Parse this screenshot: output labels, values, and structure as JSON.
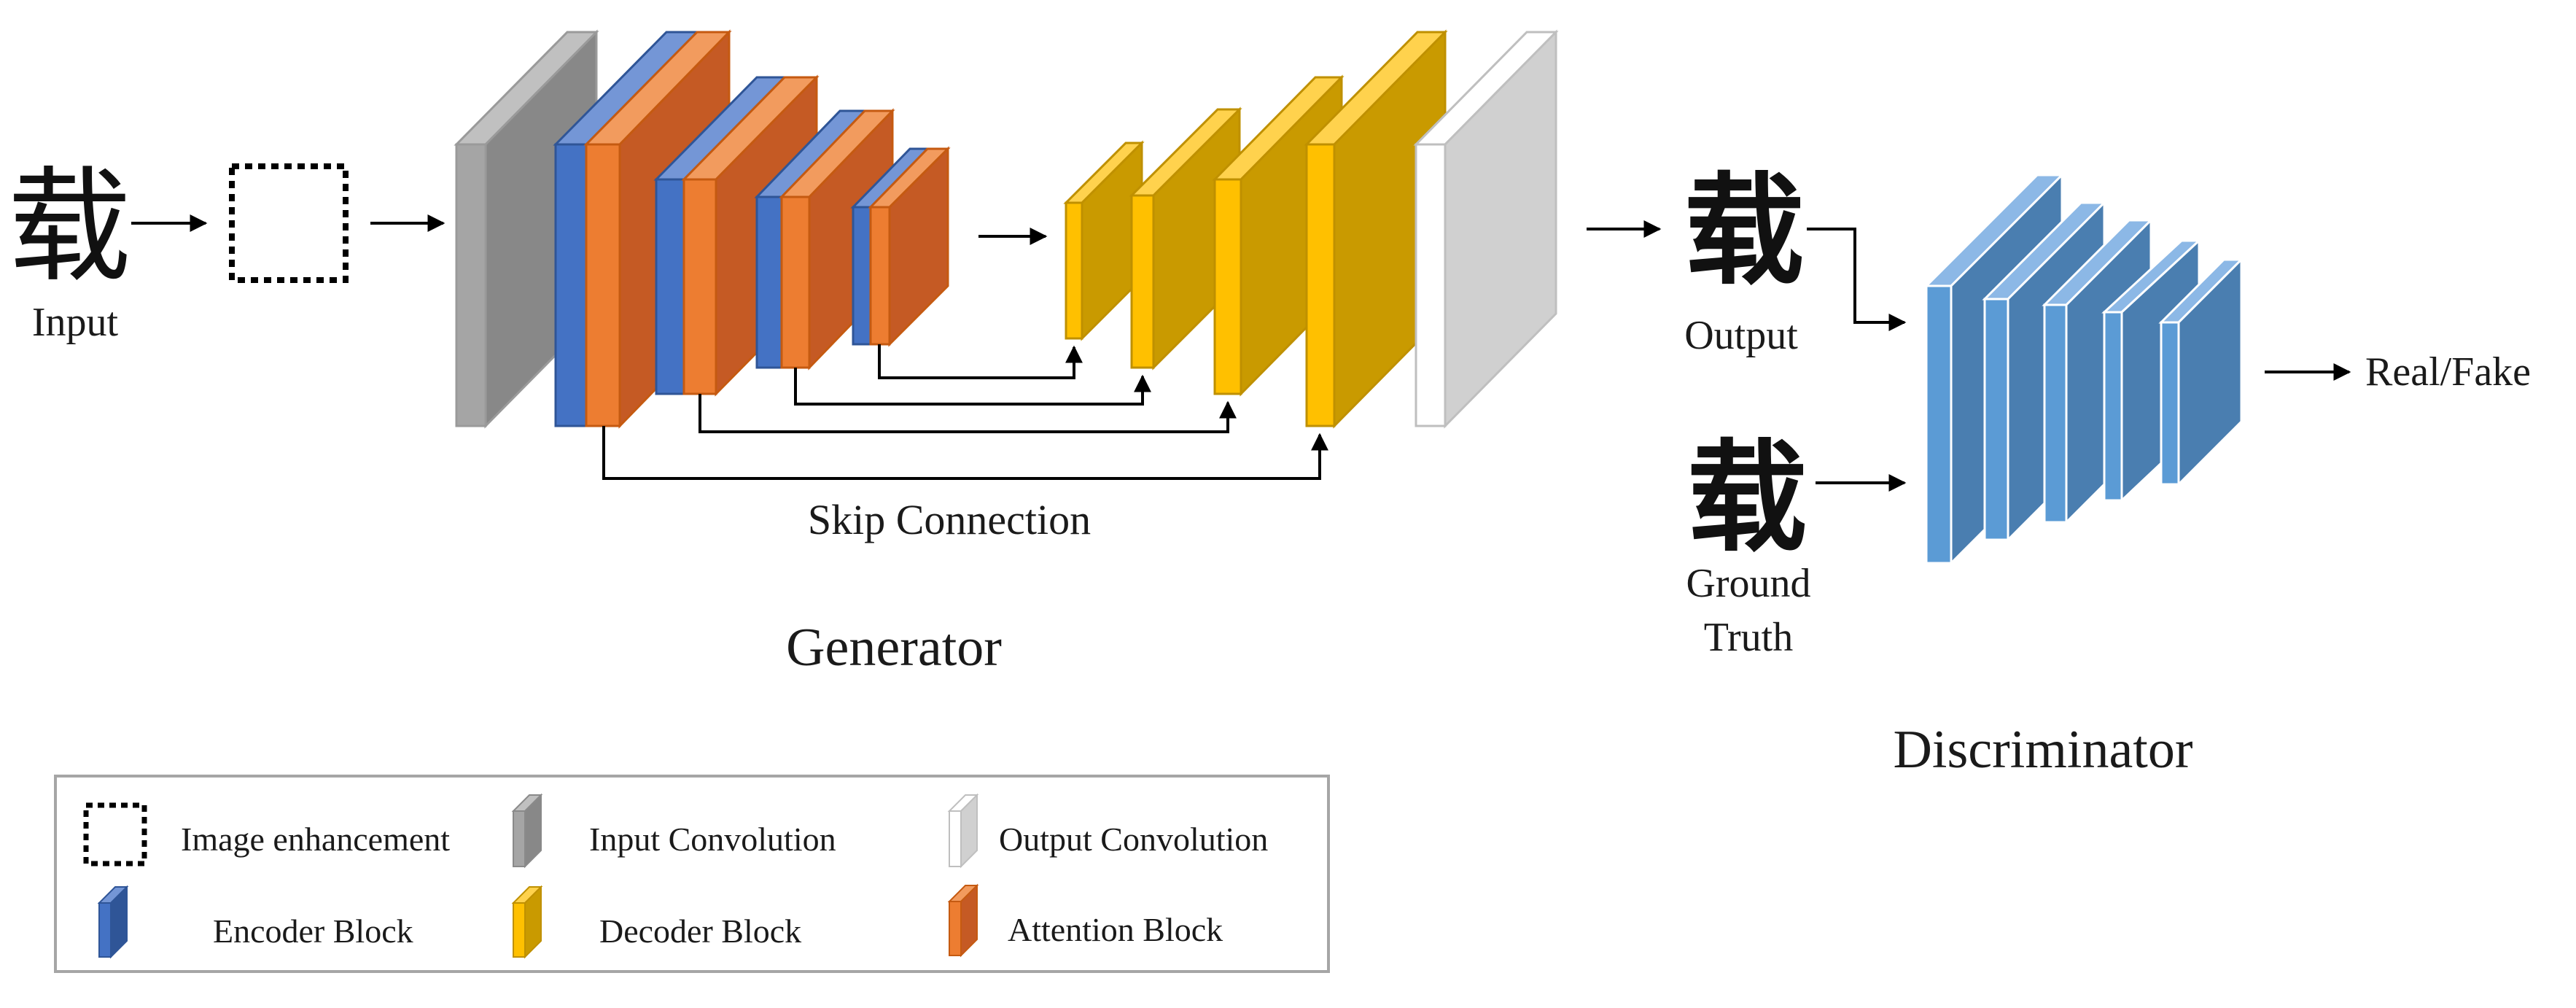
{
  "labels": {
    "input_char": "载",
    "input": "Input",
    "output_char": "载",
    "output": "Output",
    "gt_char": "载",
    "ground_truth_line1": "Ground",
    "ground_truth_line2": "Truth",
    "real_fake": "Real/Fake",
    "skip_connection": "Skip Connection",
    "generator": "Generator",
    "discriminator": "Discriminator"
  },
  "legend": {
    "image_enhancement": "Image enhancement",
    "input_convolution": "Input Convolution",
    "output_convolution": "Output Convolution",
    "encoder_block": "Encoder Block",
    "decoder_block": "Decoder Block",
    "attention_block": "Attention Block"
  },
  "colors": {
    "encoder": "#4472C4",
    "attention": "#ED7D31",
    "decoder": "#FFC000",
    "input_conv": "#A5A5A5",
    "output_conv": "#FFFFFF",
    "discriminator": "#5B9BD5"
  }
}
